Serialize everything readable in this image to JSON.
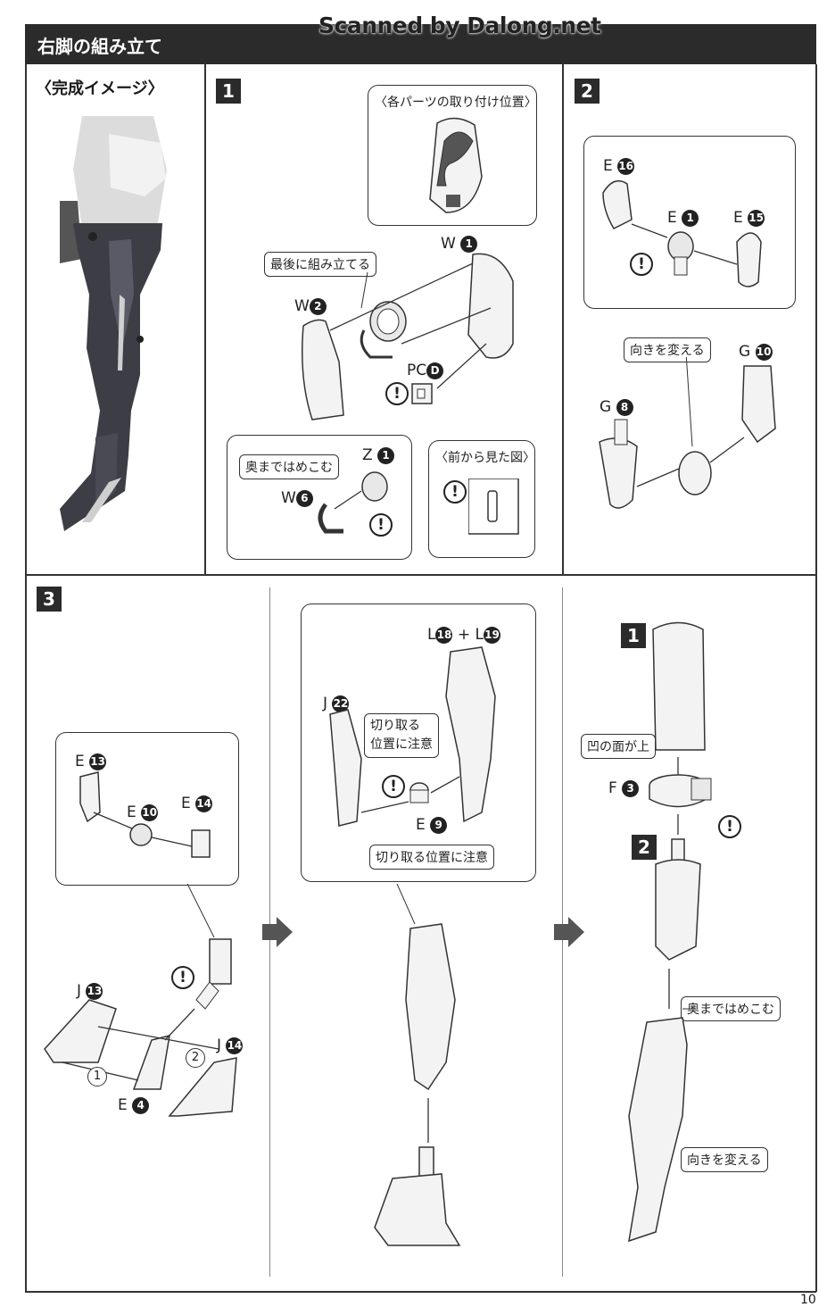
{
  "watermark": "Scanned by Dalong.net",
  "header": {
    "title": "右脚の組み立て"
  },
  "complete_image": {
    "title": "〈完成イメージ〉"
  },
  "steps": {
    "s1": "1",
    "s2": "2",
    "s3": "3",
    "s3_sub1": "1",
    "s3_sub2": "2"
  },
  "step1": {
    "callout_title": "〈各パーツの取り付け位置〉",
    "note_last": "最後に組み立てる",
    "note_press": "奥まではめこむ",
    "front_view": "〈前から見た図〉",
    "parts": {
      "w1_letter": "W",
      "w1_num": "1",
      "w2_letter": "W",
      "w2_num": "2",
      "pcd_letter": "PC",
      "pcd_num": "D",
      "z1_letter": "Z",
      "z1_num": "1",
      "w6_letter": "W",
      "w6_num": "6"
    }
  },
  "step2": {
    "note_turn": "向きを変える",
    "parts": {
      "e16_letter": "E",
      "e16_num": "16",
      "e1_letter": "E",
      "e1_num": "1",
      "e15_letter": "E",
      "e15_num": "15",
      "g10_letter": "G",
      "g10_num": "10",
      "g8_letter": "G",
      "g8_num": "8"
    }
  },
  "step3": {
    "parts_a": {
      "e13_letter": "E",
      "e13_num": "13",
      "e10_letter": "E",
      "e10_num": "10",
      "e14_letter": "E",
      "e14_num": "14",
      "j13_letter": "J",
      "j13_num": "13",
      "j14_letter": "J",
      "j14_num": "14",
      "e4_letter": "E",
      "e4_num": "4",
      "order1": "1",
      "order2": "2"
    },
    "parts_b": {
      "l18_letter": "L",
      "l18_num": "18",
      "plus": "+",
      "l19_letter": "L",
      "l19_num": "19",
      "j22_letter": "J",
      "j22_num": "22",
      "e9_letter": "E",
      "e9_num": "9",
      "note_cut_pos": "切り取る\n位置に注意",
      "note_cut_pos2": "切り取る位置に注意"
    },
    "parts_c": {
      "note_concave": "凹の面が上",
      "f3_letter": "F",
      "f3_num": "3",
      "note_press": "奥まではめこむ",
      "note_turn": "向きを変える"
    }
  },
  "warning_mark": "!",
  "page_number": "10",
  "colors": {
    "header_bg": "#2b2b2b",
    "line": "#333333",
    "arrow": "#555555"
  }
}
